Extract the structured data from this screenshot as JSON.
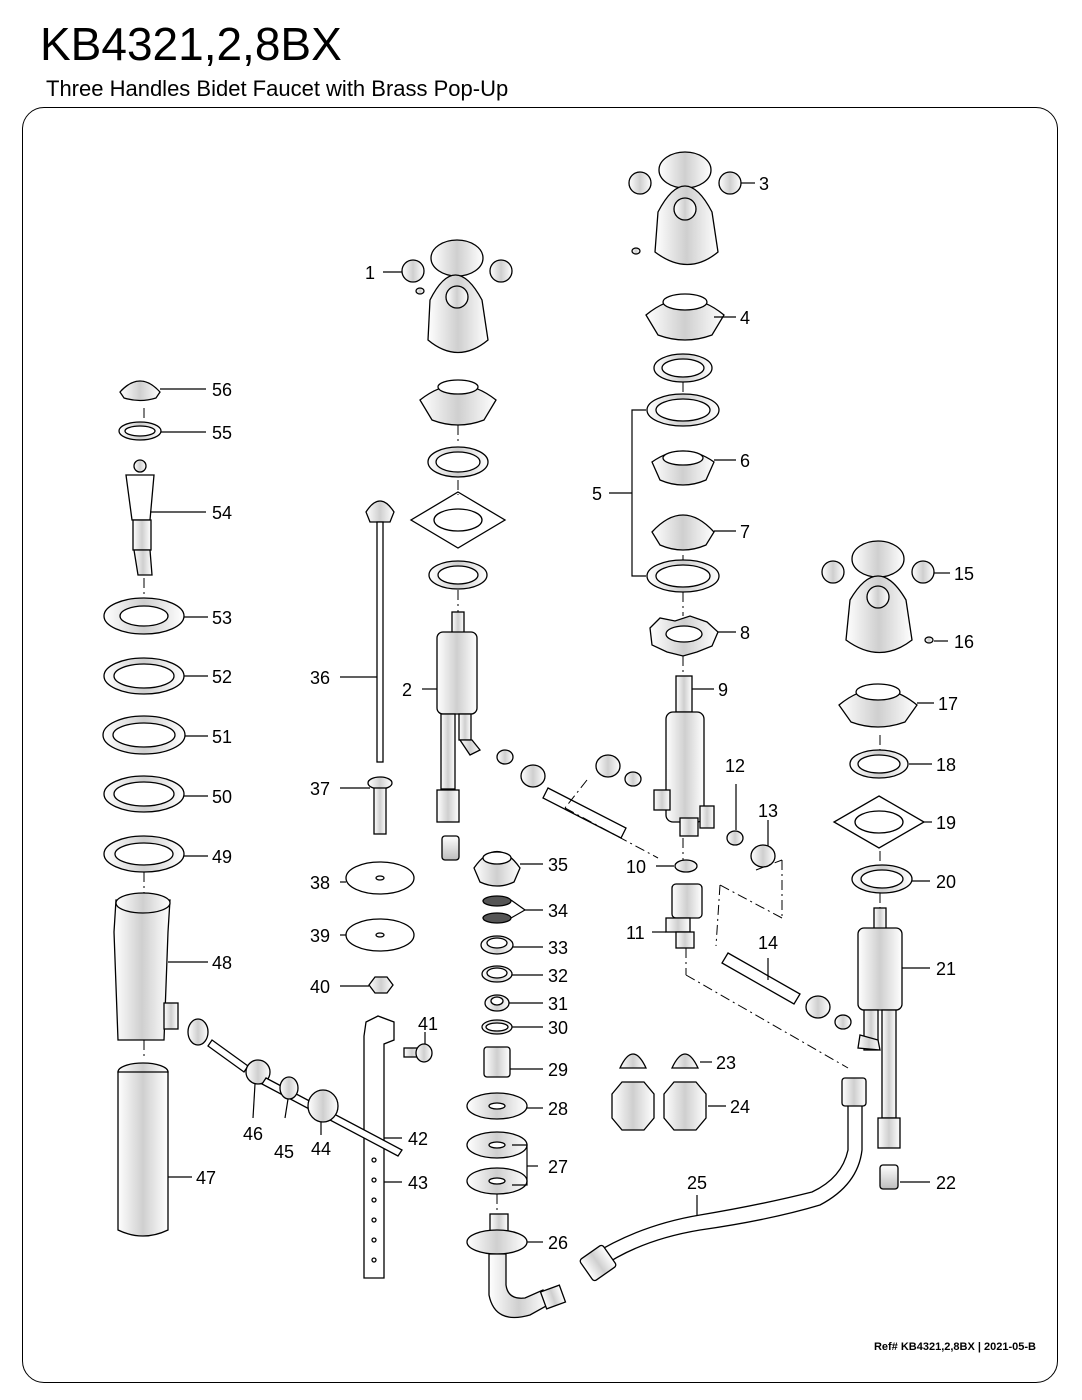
{
  "header": {
    "model": "KB4321,2,8BX",
    "description": "Three Handles Bidet Faucet with Brass Pop-Up"
  },
  "footer": {
    "ref": "Ref# KB4321,2,8BX | 2021-05-B"
  },
  "parts": [
    "1",
    "2",
    "3",
    "4",
    "5",
    "6",
    "7",
    "8",
    "9",
    "10",
    "11",
    "12",
    "13",
    "14",
    "15",
    "16",
    "17",
    "18",
    "19",
    "20",
    "21",
    "22",
    "23",
    "24",
    "25",
    "26",
    "27",
    "28",
    "29",
    "30",
    "31",
    "32",
    "33",
    "34",
    "35",
    "36",
    "37",
    "38",
    "39",
    "40",
    "41",
    "42",
    "43",
    "44",
    "45",
    "46",
    "47",
    "48",
    "49",
    "50",
    "51",
    "52",
    "53",
    "54",
    "55",
    "56"
  ]
}
